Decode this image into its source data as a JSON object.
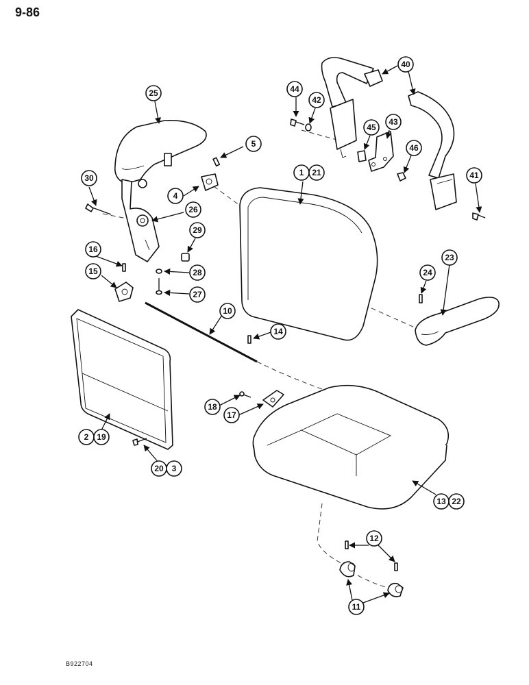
{
  "header": {
    "page_number": "9-86"
  },
  "footer": {
    "figure_code": "B922704"
  },
  "callouts": [
    {
      "id": "c1",
      "label": "1"
    },
    {
      "id": "c21",
      "label": "21"
    },
    {
      "id": "c2",
      "label": "2"
    },
    {
      "id": "c19",
      "label": "19"
    },
    {
      "id": "c3",
      "label": "3"
    },
    {
      "id": "c20",
      "label": "20"
    },
    {
      "id": "c4",
      "label": "4"
    },
    {
      "id": "c5",
      "label": "5"
    },
    {
      "id": "c10",
      "label": "10"
    },
    {
      "id": "c11",
      "label": "11"
    },
    {
      "id": "c12",
      "label": "12"
    },
    {
      "id": "c13",
      "label": "13"
    },
    {
      "id": "c22",
      "label": "22"
    },
    {
      "id": "c14",
      "label": "14"
    },
    {
      "id": "c15",
      "label": "15"
    },
    {
      "id": "c16",
      "label": "16"
    },
    {
      "id": "c17",
      "label": "17"
    },
    {
      "id": "c18",
      "label": "18"
    },
    {
      "id": "c23",
      "label": "23"
    },
    {
      "id": "c24",
      "label": "24"
    },
    {
      "id": "c25",
      "label": "25"
    },
    {
      "id": "c26",
      "label": "26"
    },
    {
      "id": "c27",
      "label": "27"
    },
    {
      "id": "c28",
      "label": "28"
    },
    {
      "id": "c29",
      "label": "29"
    },
    {
      "id": "c30",
      "label": "30"
    },
    {
      "id": "c40",
      "label": "40"
    },
    {
      "id": "c41",
      "label": "41"
    },
    {
      "id": "c42",
      "label": "42"
    },
    {
      "id": "c43",
      "label": "43"
    },
    {
      "id": "c44",
      "label": "44"
    },
    {
      "id": "c45",
      "label": "45"
    },
    {
      "id": "c46",
      "label": "46"
    }
  ]
}
